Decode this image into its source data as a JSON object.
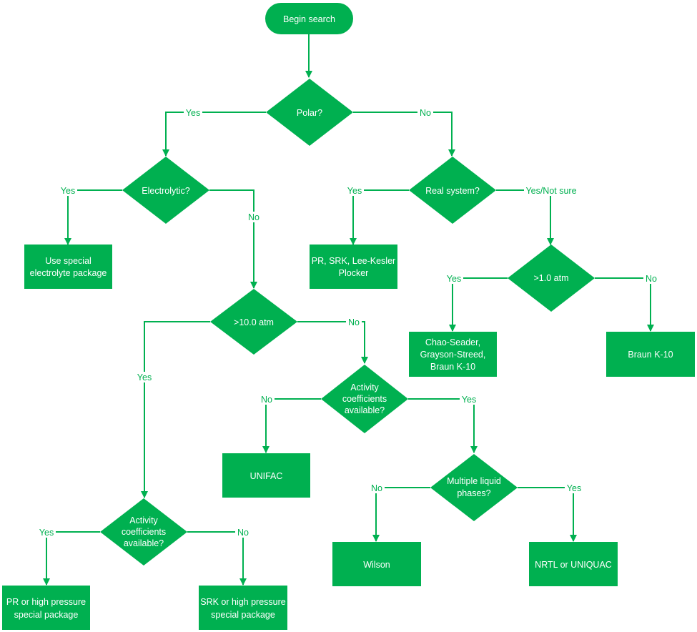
{
  "colors": {
    "accent": "#00b050",
    "text_on_shape": "#ffffff"
  },
  "nodes": {
    "begin": [
      "Begin search"
    ],
    "polar": [
      "Polar?"
    ],
    "electrolytic": [
      "Electrolytic?"
    ],
    "real_system": [
      "Real system?"
    ],
    "use_special": [
      "Use special",
      "electrolyte package"
    ],
    "pr_srk": [
      "PR, SRK, Lee-Kesler",
      "Plocker"
    ],
    "atm10": [
      ">10.0 atm"
    ],
    "atm1": [
      ">1.0 atm"
    ],
    "chao": [
      "Chao-Seader,",
      "Grayson-Streed,",
      "Braun K-10"
    ],
    "braun": [
      "Braun K-10"
    ],
    "act1": [
      "Activity",
      "coefficients",
      "available?"
    ],
    "unifac": [
      "UNIFAC"
    ],
    "multiple": [
      "Multiple liquid",
      "phases?"
    ],
    "wilson": [
      "Wilson"
    ],
    "nrtl": [
      "NRTL or UNIQUAC"
    ],
    "act2": [
      "Activity",
      "coefficients",
      "available?"
    ],
    "pr_high": [
      "PR or high pressure",
      "special package"
    ],
    "srk_high": [
      "SRK or high pressure",
      "special package"
    ]
  },
  "edges": {
    "polar_yes": "Yes",
    "polar_no": "No",
    "electrolytic_yes": "Yes",
    "electrolytic_no": "No",
    "real_yes": "Yes",
    "real_yesnotsure": "Yes/Not sure",
    "atm1_yes": "Yes",
    "atm1_no": "No",
    "atm10_yes": "Yes",
    "atm10_no": "No",
    "act1_no": "No",
    "act1_yes": "Yes",
    "multiple_no": "No",
    "multiple_yes": "Yes",
    "act2_yes": "Yes",
    "act2_no": "No"
  }
}
